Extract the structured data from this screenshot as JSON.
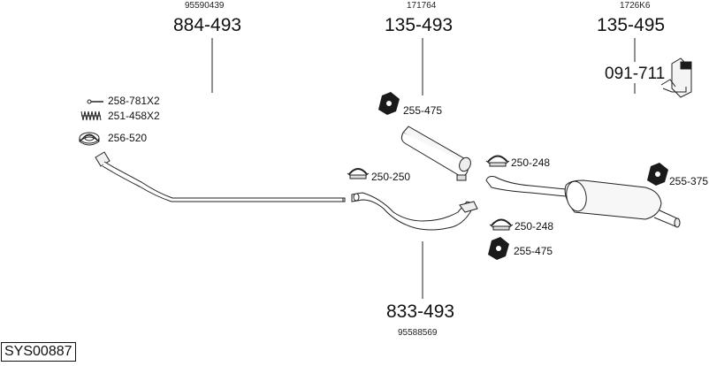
{
  "diagram": {
    "system_code": "SYS00887",
    "groups": [
      {
        "oem_number": "95590439",
        "part_number": "884-493"
      },
      {
        "oem_number": "171764",
        "part_number": "135-493"
      },
      {
        "oem_number": "1726K6",
        "part_number": "135-495"
      },
      {
        "oem_number": "95588569",
        "part_number": "833-493"
      }
    ],
    "parts": {
      "bolt": "258-781X2",
      "spring": "251-458X2",
      "gasket_ring": "256-520",
      "front_clamp": "250-250",
      "hanger_top": "255-475",
      "mid_clamp_top": "250-248",
      "rear_clamp": "250-248",
      "rear_hanger": "255-475",
      "rear_mount": "255-375",
      "mount_kit": "091-711"
    }
  }
}
